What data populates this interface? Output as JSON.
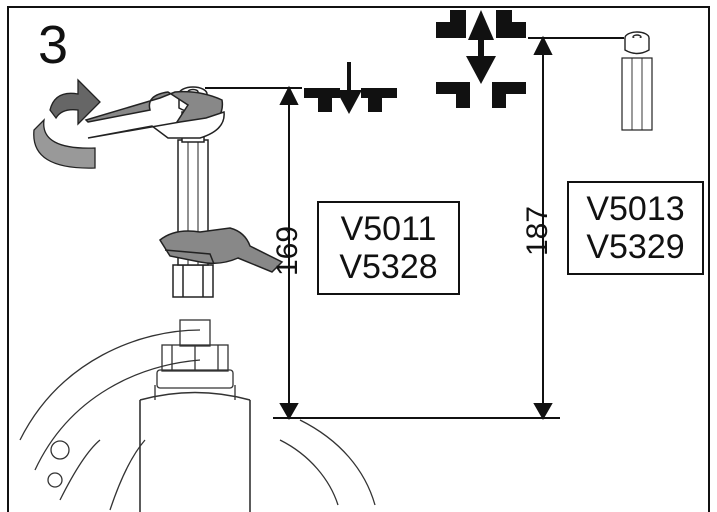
{
  "step": {
    "number": "3"
  },
  "short_spindle": {
    "dimension": "169",
    "models": [
      "V5011",
      "V5328"
    ]
  },
  "long_spindle": {
    "dimension": "187",
    "models": [
      "V5013",
      "V5329"
    ]
  },
  "icons": {
    "rotation": "rotate-arrow-icon",
    "press_down": "press-down-icon",
    "extend_retract": "extend-retract-icon"
  },
  "colors": {
    "line": "#111111",
    "shade": "#888888",
    "background": "#ffffff"
  }
}
